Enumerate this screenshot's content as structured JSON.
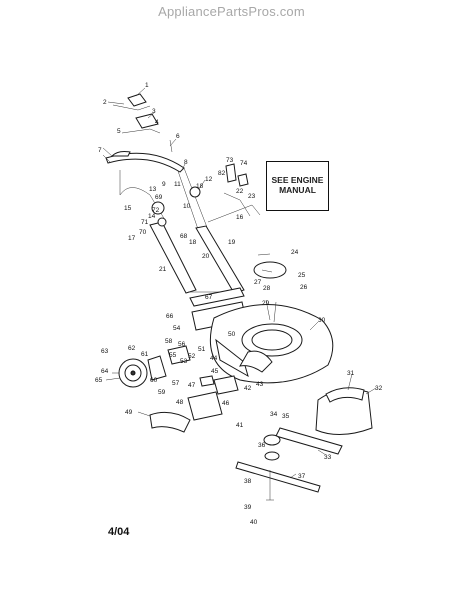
{
  "header": {
    "site": "AppliancePartsPros.com"
  },
  "engine_note": "SEE ENGINE\nMANUAL",
  "date_code": "4/04",
  "callouts": [
    {
      "id": "c1",
      "label": "1"
    },
    {
      "id": "c2",
      "label": "2"
    },
    {
      "id": "c3",
      "label": "3"
    },
    {
      "id": "c4",
      "label": "4"
    },
    {
      "id": "c5",
      "label": "5"
    },
    {
      "id": "c6",
      "label": "6"
    },
    {
      "id": "c7",
      "label": "7"
    },
    {
      "id": "c8",
      "label": "8"
    },
    {
      "id": "c9",
      "label": "9"
    },
    {
      "id": "c10",
      "label": "10"
    },
    {
      "id": "c11",
      "label": "11"
    },
    {
      "id": "c12",
      "label": "12"
    },
    {
      "id": "c13",
      "label": "13"
    },
    {
      "id": "c14",
      "label": "14"
    },
    {
      "id": "c15",
      "label": "15"
    },
    {
      "id": "c16",
      "label": "16"
    },
    {
      "id": "c17",
      "label": "17"
    },
    {
      "id": "c18",
      "label": "18"
    },
    {
      "id": "c18b",
      "label": "18"
    },
    {
      "id": "c19",
      "label": "19"
    },
    {
      "id": "c20",
      "label": "20"
    },
    {
      "id": "c21",
      "label": "21"
    },
    {
      "id": "c22",
      "label": "22"
    },
    {
      "id": "c23",
      "label": "23"
    },
    {
      "id": "c24",
      "label": "24"
    },
    {
      "id": "c25",
      "label": "25"
    },
    {
      "id": "c26",
      "label": "26"
    },
    {
      "id": "c27",
      "label": "27"
    },
    {
      "id": "c28",
      "label": "28"
    },
    {
      "id": "c29",
      "label": "29"
    },
    {
      "id": "c30",
      "label": "30"
    },
    {
      "id": "c31",
      "label": "31"
    },
    {
      "id": "c32",
      "label": "32"
    },
    {
      "id": "c33",
      "label": "33"
    },
    {
      "id": "c34",
      "label": "34"
    },
    {
      "id": "c35",
      "label": "35"
    },
    {
      "id": "c36",
      "label": "36"
    },
    {
      "id": "c37",
      "label": "37"
    },
    {
      "id": "c38",
      "label": "38"
    },
    {
      "id": "c39",
      "label": "39"
    },
    {
      "id": "c40",
      "label": "40"
    },
    {
      "id": "c41",
      "label": "41"
    },
    {
      "id": "c42",
      "label": "42"
    },
    {
      "id": "c43",
      "label": "43"
    },
    {
      "id": "c44",
      "label": "44"
    },
    {
      "id": "c45",
      "label": "45"
    },
    {
      "id": "c46",
      "label": "46"
    },
    {
      "id": "c47",
      "label": "47"
    },
    {
      "id": "c48",
      "label": "48"
    },
    {
      "id": "c49",
      "label": "49"
    },
    {
      "id": "c50",
      "label": "50"
    },
    {
      "id": "c51",
      "label": "51"
    },
    {
      "id": "c52",
      "label": "52"
    },
    {
      "id": "c53",
      "label": "53"
    },
    {
      "id": "c54",
      "label": "54"
    },
    {
      "id": "c55",
      "label": "55"
    },
    {
      "id": "c56",
      "label": "56"
    },
    {
      "id": "c57",
      "label": "57"
    },
    {
      "id": "c58",
      "label": "58"
    },
    {
      "id": "c59",
      "label": "59"
    },
    {
      "id": "c60",
      "label": "60"
    },
    {
      "id": "c61",
      "label": "61"
    },
    {
      "id": "c62",
      "label": "62"
    },
    {
      "id": "c63",
      "label": "63"
    },
    {
      "id": "c64",
      "label": "64"
    },
    {
      "id": "c65",
      "label": "65"
    },
    {
      "id": "c66",
      "label": "66"
    },
    {
      "id": "c67",
      "label": "67"
    },
    {
      "id": "c68",
      "label": "68"
    },
    {
      "id": "c69",
      "label": "69"
    },
    {
      "id": "c70",
      "label": "70"
    },
    {
      "id": "c71",
      "label": "71"
    },
    {
      "id": "c72",
      "label": "72"
    },
    {
      "id": "c73",
      "label": "73"
    },
    {
      "id": "c74",
      "label": "74"
    },
    {
      "id": "c82",
      "label": "82"
    }
  ]
}
